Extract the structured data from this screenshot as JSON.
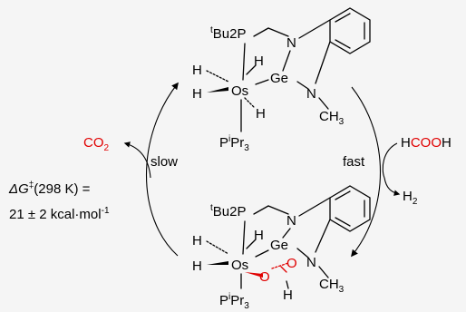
{
  "colors": {
    "background": "#f5f5f5",
    "ink": "#000000",
    "highlight": "#e00000"
  },
  "top_complex": {
    "p_label_sup": "t",
    "p_label_rest": "Bu2P",
    "n1": "N",
    "ge": "Ge",
    "n2": "N",
    "ch3": "CH3",
    "h_left": "H",
    "h_left2": "H",
    "h_top": "H",
    "h_bottom": "H",
    "os": "Os",
    "pipr3": "PiPr3"
  },
  "bottom_complex": {
    "p_label_sup": "t",
    "p_label_rest": "Bu2P",
    "n1": "N",
    "ge": "Ge",
    "n2": "N",
    "ch3": "CH3",
    "h_left": "H",
    "h_left2": "H",
    "h_top": "H",
    "os": "Os",
    "o1": "O",
    "o2": "O",
    "h_formate": "H",
    "pipr3": "PiPr3"
  },
  "left_arrow": {
    "label": "slow",
    "product": "CO",
    "product_sub": "2",
    "dg_line1_delta": "ΔG",
    "dg_line1_dagger": "‡",
    "dg_line1_rest": "(298 K) =",
    "dg_line2": "21 ± 2 kcal·mol",
    "dg_line2_sup": "-1"
  },
  "right_arrow": {
    "label": "fast",
    "reagent_h": "H",
    "reagent_red": "COO",
    "reagent_h2": "H",
    "product": "H",
    "product_sub": "2"
  }
}
